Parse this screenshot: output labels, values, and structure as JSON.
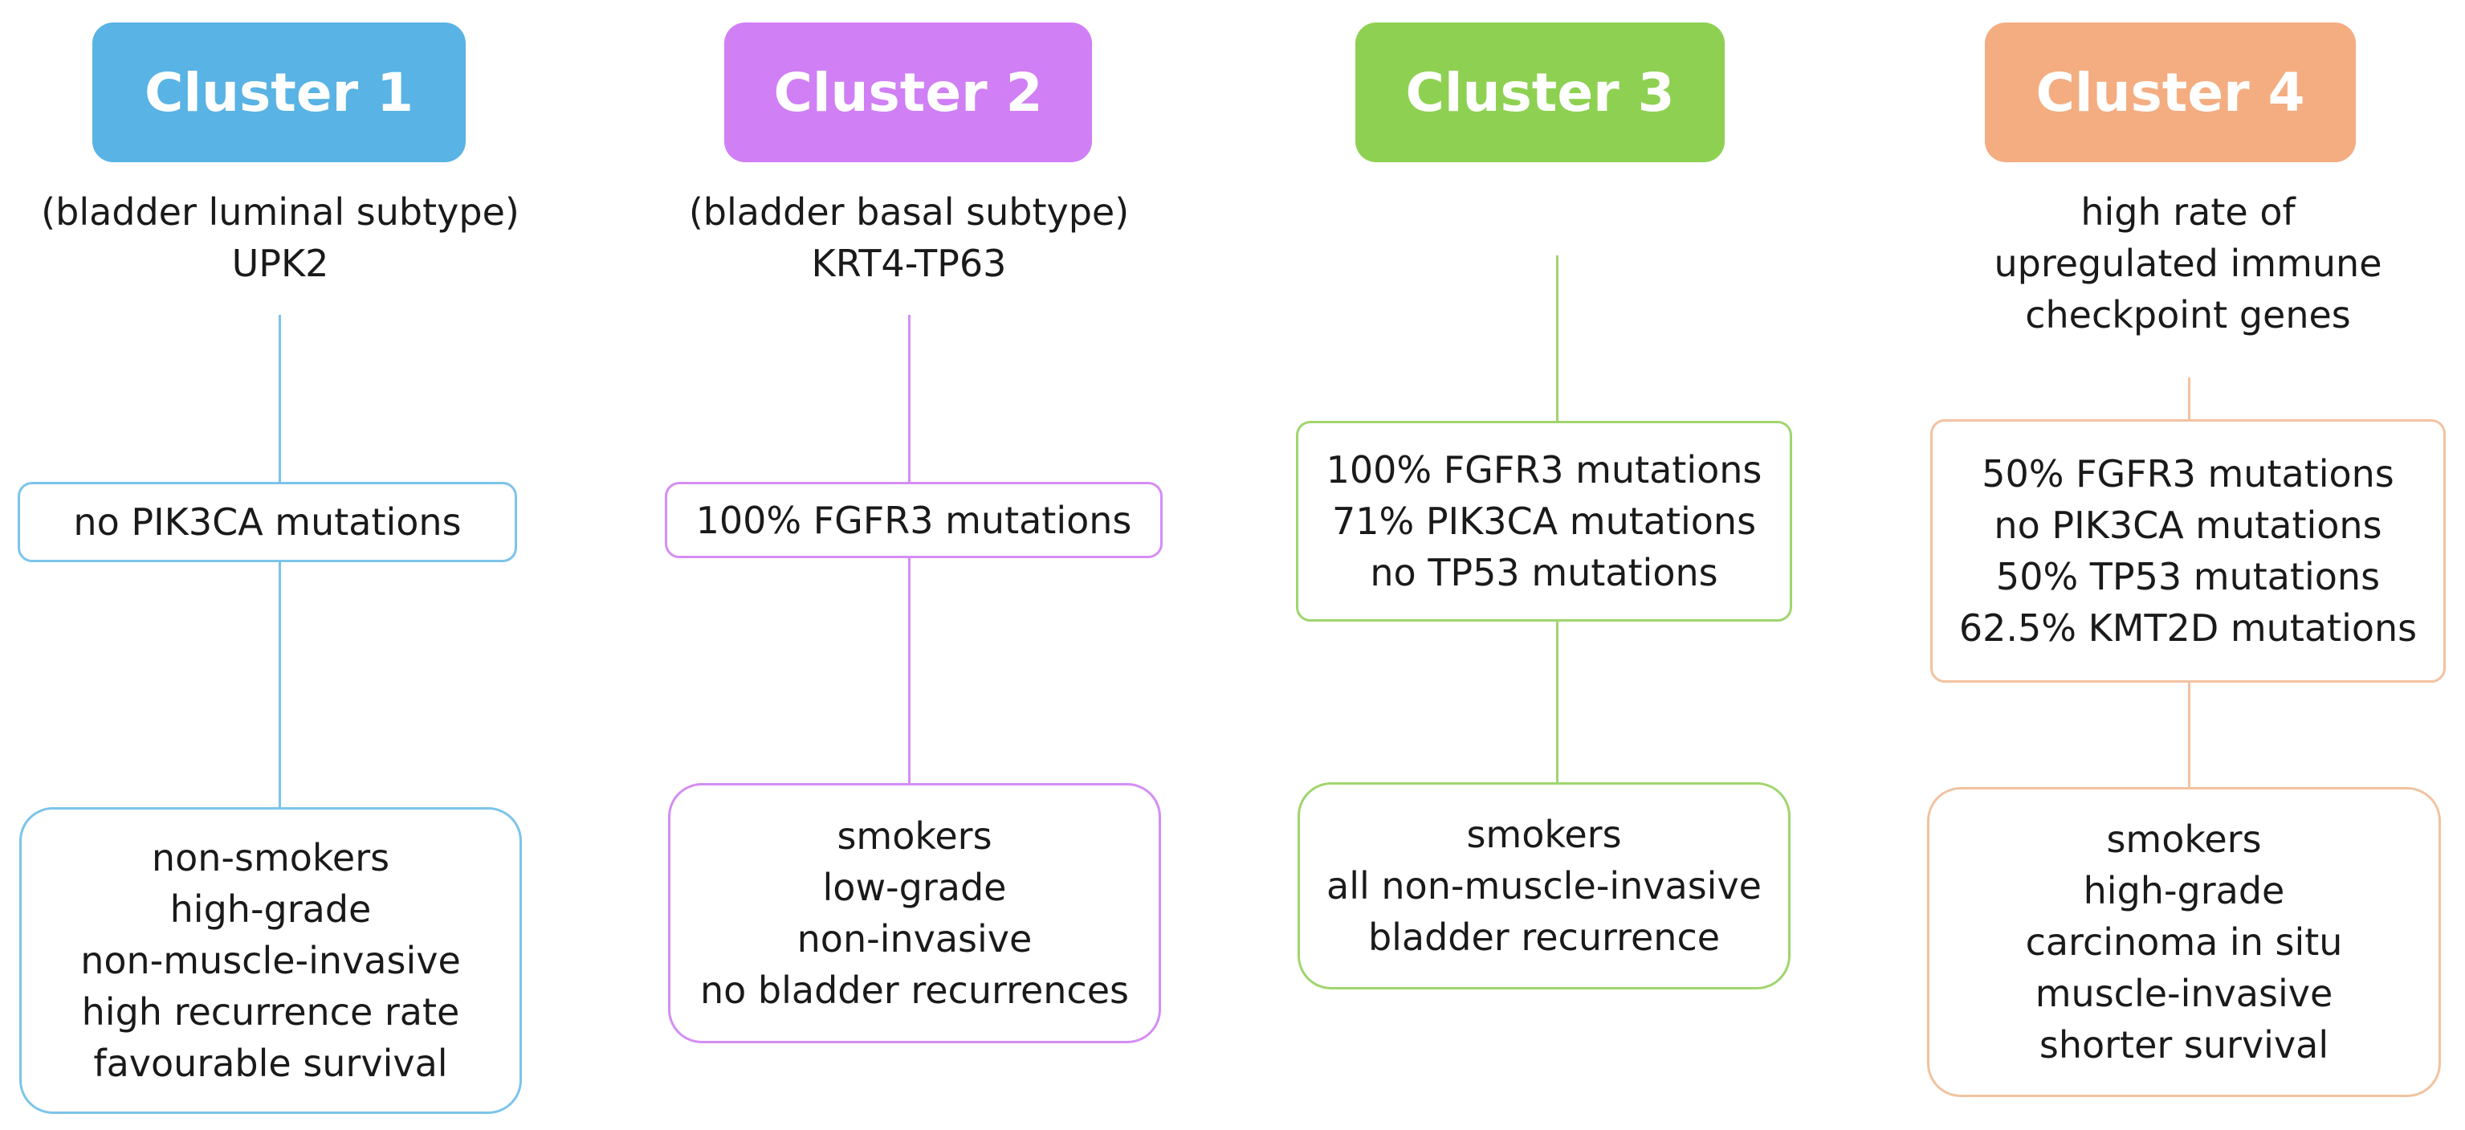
{
  "clusters": [
    {
      "title": "Cluster 1",
      "color": "#59b3e4",
      "border_color": "#7cc4ea",
      "description": [
        "(bladder luminal subtype)",
        "UPK2"
      ],
      "mutations": [
        "no PIK3CA mutations"
      ],
      "clinical": [
        "non-smokers",
        "high-grade",
        "non-muscle-invasive",
        "high recurrence rate",
        "favourable survival"
      ]
    },
    {
      "title": "Cluster 2",
      "color": "#d07ff5",
      "border_color": "#d58df4",
      "description": [
        "(bladder basal subtype)",
        "KRT4-TP63"
      ],
      "mutations": [
        "100% FGFR3 mutations"
      ],
      "clinical": [
        "smokers",
        "low-grade",
        "non-invasive",
        "no bladder recurrences"
      ]
    },
    {
      "title": "Cluster 3",
      "color": "#8ed152",
      "border_color": "#9fd56e",
      "description": [],
      "mutations": [
        "100% FGFR3 mutations",
        "71% PIK3CA mutations",
        "no TP53 mutations"
      ],
      "clinical": [
        "smokers",
        "all non-muscle-invasive",
        "bladder recurrence"
      ]
    },
    {
      "title": "Cluster 4",
      "color": "#f4ad81",
      "border_color": "#f3c2a0",
      "description": [
        "high rate of",
        "upregulated immune",
        "checkpoint genes"
      ],
      "mutations": [
        "50% FGFR3 mutations",
        "no PIK3CA mutations",
        "50% TP53 mutations",
        "62.5% KMT2D mutations"
      ],
      "clinical": [
        "smokers",
        "high-grade",
        "carcinoma in situ",
        "muscle-invasive",
        "shorter survival"
      ]
    }
  ]
}
